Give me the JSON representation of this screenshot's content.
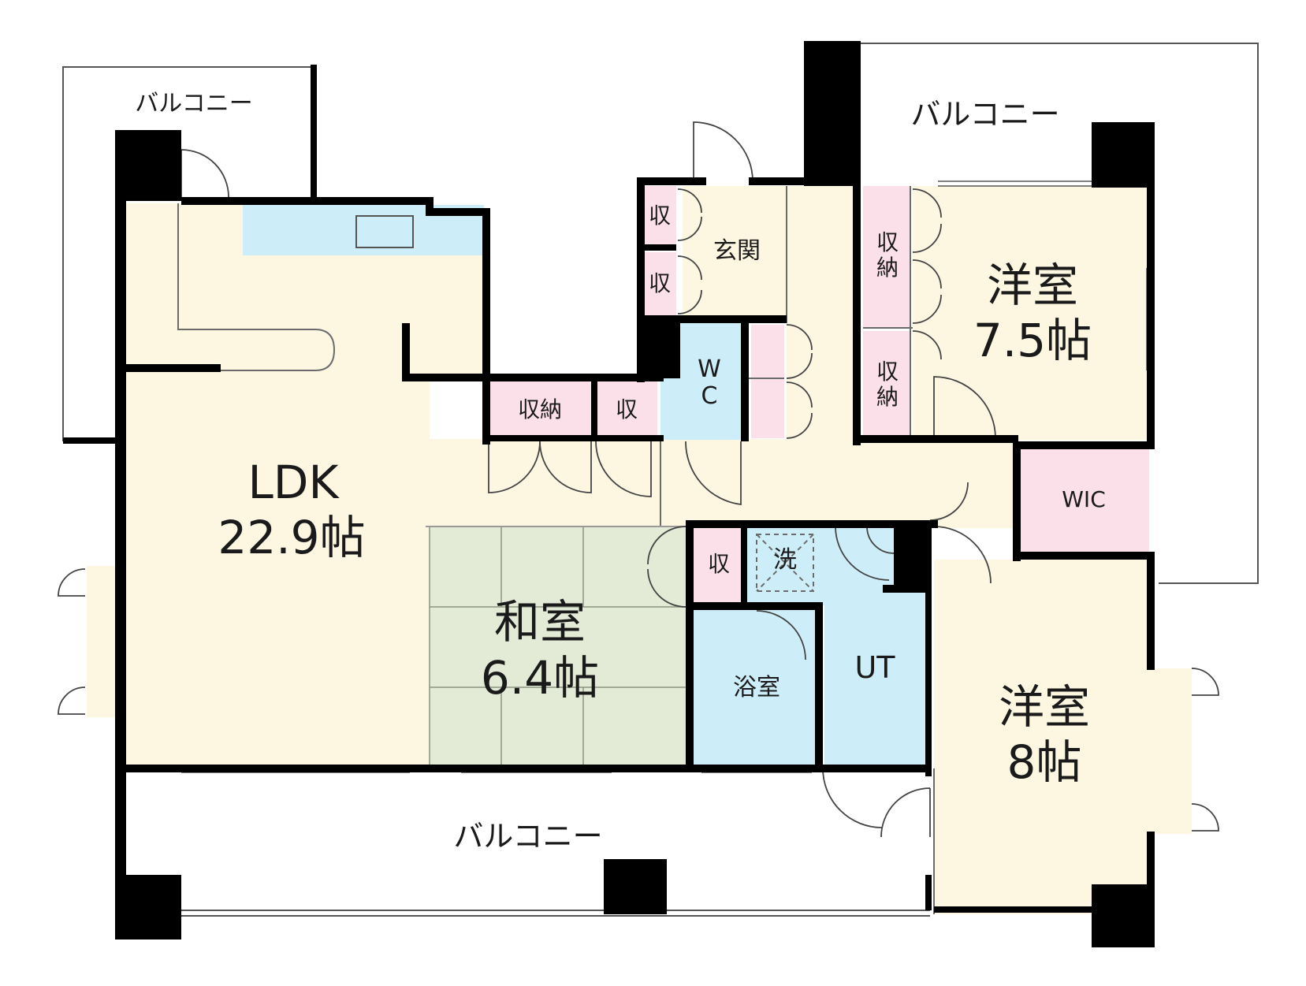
{
  "rooms": {
    "ldk": {
      "name": "LDK",
      "size": "22.9帖"
    },
    "washitsu": {
      "name": "和室",
      "size": "6.4帖"
    },
    "yoshitsu1": {
      "name": "洋室",
      "size": "7.5帖"
    },
    "yoshitsu2": {
      "name": "洋室",
      "size": "8帖"
    },
    "genkan": "玄関",
    "wc": "W\nC",
    "wic": "WIC",
    "ut": "UT",
    "bath": "浴室",
    "laundry": "洗"
  },
  "storage": {
    "shuno": "収納",
    "shuno_vertical": "収\n納",
    "shu": "収"
  },
  "balconies": {
    "top_left": "バルコニー",
    "top_right": "バルコニー",
    "bottom": "バルコニー"
  },
  "colors": {
    "wall": "#000000",
    "floor": "#fdf6e1",
    "tatami": "#e3ead6",
    "water": "#cdeef8",
    "storage": "#fbe0ea",
    "line": "#6b6b6b"
  }
}
